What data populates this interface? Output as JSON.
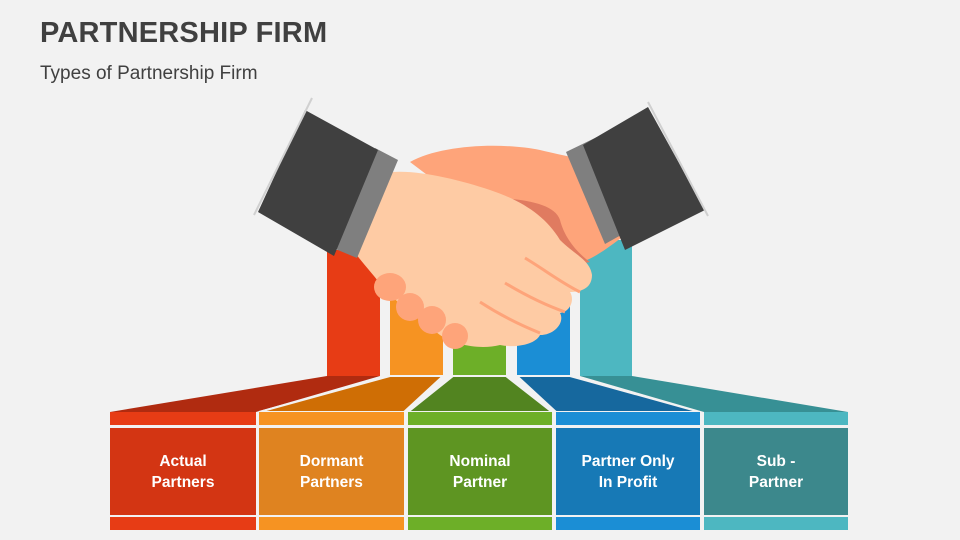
{
  "header": {
    "title": "PARTNERSHIP FIRM",
    "subtitle": "Types of Partnership Firm"
  },
  "illustration": {
    "icon": "handshake-icon",
    "skin_light": "#fecba4",
    "skin_dark": "#fea47a",
    "sleeve": "#404040",
    "cuff": "#7f7f7f"
  },
  "types": [
    {
      "line1": "Actual",
      "line2": "Partners",
      "color": "#d33513",
      "strip": "#e73c15",
      "shadow": "#b02b10"
    },
    {
      "line1": "Dormant",
      "line2": "Partners",
      "color": "#df8320",
      "strip": "#f69322",
      "shadow": "#cf6e05"
    },
    {
      "line1": "Nominal",
      "line2": "Partner",
      "color": "#5e9522",
      "strip": "#6daf28",
      "shadow": "#528420"
    },
    {
      "line1": "Partner Only",
      "line2": "In Profit",
      "color": "#1779b6",
      "strip": "#1b8ed5",
      "shadow": "#16689e"
    },
    {
      "line1": "Sub -",
      "line2": "Partner",
      "color": "#3c888c",
      "strip": "#4db7c1",
      "shadow": "#379095"
    }
  ]
}
